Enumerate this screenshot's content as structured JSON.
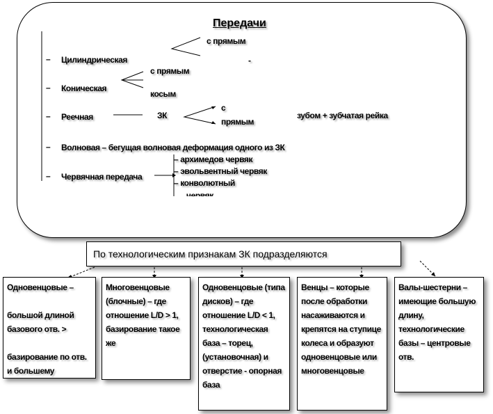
{
  "title": "Передачи",
  "dash_mark": "–",
  "tree": {
    "cylindrical": {
      "label": "Цилиндрическая",
      "branch": "с прямым",
      "stray_dash": "-"
    },
    "conical": {
      "label": "Коническая",
      "branch_1": "с прямым",
      "branch_2": "косым"
    },
    "rack": {
      "label": "Реечная",
      "mid": "ЗК",
      "branch_1": "с",
      "branch_2": "прямым",
      "note": "зубом + зубчатая рейка"
    },
    "wave": {
      "label": "Волновая – бегущая волновая деформация одного из ЗК"
    },
    "worm": {
      "label": "Червячная передача",
      "items": [
        "– архимедов червяк",
        "– эвольвентный червяк",
        "– конволютный",
        "червяк"
      ]
    }
  },
  "banner": "По технологическим признакам ЗК подразделяются",
  "categories": [
    {
      "text": "Одновенцовые –\n\nбольшой длиной базового отв. >\n\nбазирование по отв. и большему"
    },
    {
      "text": "Многовенцовые (блочные) – где отношение L/D > 1, базирование такое же"
    },
    {
      "text": "Одновенцовые (типа дисков) – где отношение L/D < 1, технологическая база – торец, (установочная) и отверстие - опорная база"
    },
    {
      "text": "Венцы – которые после обработки насаживаются и крепятся на ступице колеса и образуют одновенцовые или многовенцовые"
    },
    {
      "text": "Валы-шестерни – имеющие большую длину, технологические базы – центровые отв."
    }
  ]
}
